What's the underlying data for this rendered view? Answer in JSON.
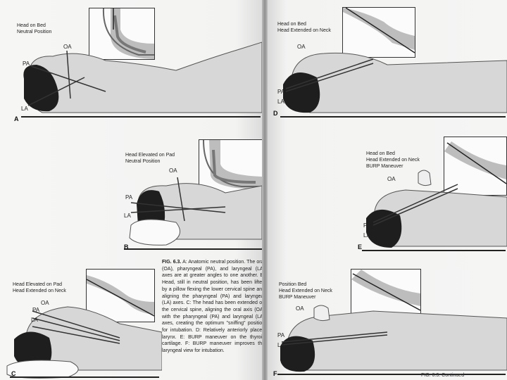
{
  "panels": {
    "A": {
      "letter": "A",
      "caption": "Head on Bed\nNeutral Position",
      "oa": "OA",
      "pa": "PA",
      "la": "LA"
    },
    "B": {
      "letter": "B",
      "caption": "Head Elevated on Pad\nNeutral Position",
      "oa": "OA",
      "pa": "PA",
      "la": "LA"
    },
    "C": {
      "letter": "C",
      "caption": "Head Elevated on Pad\nHead Extended on Neck",
      "oa": "OA",
      "pa": "PA",
      "la": "LA"
    },
    "D": {
      "letter": "D",
      "caption": "Head on Bed\nHead Extended on Neck",
      "oa": "OA",
      "pa": "PA",
      "la": "LA"
    },
    "E": {
      "letter": "E",
      "caption": "Head on Bed\nHead Extended on Neck\nBURP Maneuver",
      "oa": "OA",
      "pa": "PA",
      "la": "LA"
    },
    "F": {
      "letter": "F",
      "caption": "Position Bed\nHead Extended on Neck\nBURP Maneuver",
      "oa": "OA",
      "pa": "PA",
      "la": "LA"
    }
  },
  "figure_caption": {
    "label": "FIG. 6.3.",
    "text": "A: Anatomic neutral position. The oral (OA), pharyngeal (PA), and laryngeal (LA) axes are at greater angles to one another. B: Head, still in neutral position, has been lifted by a pillow flexing the lower cervical spine and aligning the pharyngeal (PA) and laryngeal (LA) axes. C: The head has been extended on the cervical spine, aligning the oral axis (OA) with the pharyngeal (PA) and laryngeal (LA) axes, creating the optimum \"sniffing\" position for intubation. D: Relatively anteriorly placed larynx. E: BURP maneuver on the thyroid cartilage. F: BURP maneuver improves the laryngeal view for intubation."
  },
  "continued_caption": "FIG. 6.3. Continued",
  "page_number": "(...)"
}
